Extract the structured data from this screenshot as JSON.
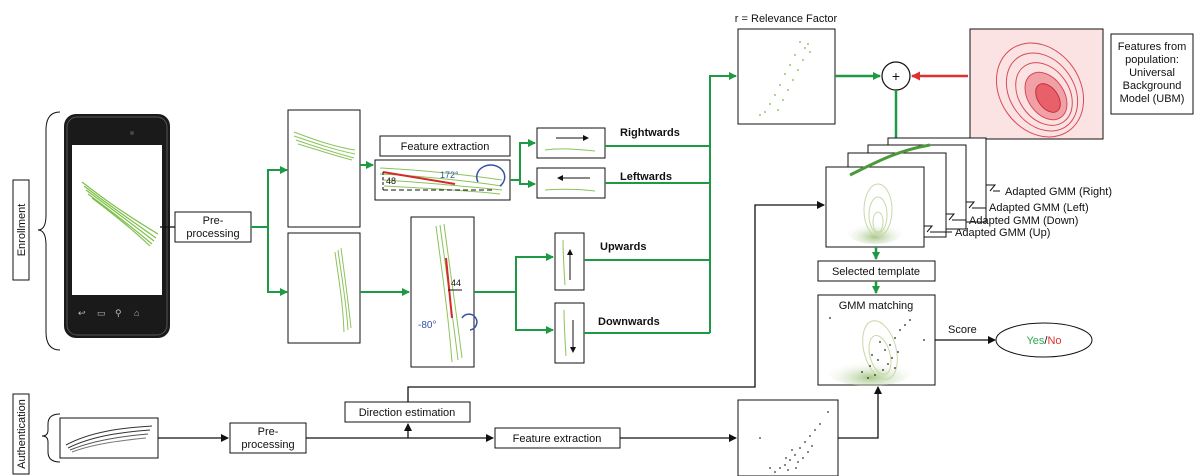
{
  "side_labels": {
    "enrollment": "Enrollment",
    "authentication": "Authentication"
  },
  "boxes": {
    "preprocessing_enroll": [
      "Pre-",
      "processing"
    ],
    "preprocessing_auth": [
      "Pre-",
      "processing"
    ],
    "feature_extraction_top": "Feature extraction",
    "feature_extraction_auth": "Feature extraction",
    "direction_estimation": "Direction estimation",
    "selected_template": "Selected template",
    "gmm_matching": "GMM matching",
    "ubm": [
      "Features from",
      "population:",
      "Universal",
      "Background",
      "Model (UBM)"
    ]
  },
  "direction_labels": {
    "right": "Rightwards",
    "left": "Leftwards",
    "up": "Upwards",
    "down": "Downwards"
  },
  "relevance_label": "r = Relevance Factor",
  "plus_symbol": "+",
  "adapted_labels": [
    "Adapted GMM (Right)",
    "Adapted GMM (Left)",
    "Adapted GMM (Down)",
    "Adapted GMM (Up)"
  ],
  "score_label": "Score",
  "decision": {
    "yes": "Yes",
    "slash": "/",
    "no": "No",
    "yes_color": "#2fa84f",
    "no_color": "#e03030"
  },
  "feature_annotations": {
    "angle_right": "172°",
    "len_right": "48",
    "len_up": "44",
    "angle_up": "-80°"
  },
  "colors": {
    "arrow_green": "#1f9a44",
    "arrow_red": "#e03030",
    "stroke_green": "#7fbf4a",
    "ubm_red": "#e8606a"
  },
  "icons": [
    "smartphone-icon",
    "arrow-right-icon",
    "arrow-left-icon",
    "arrow-up-icon",
    "arrow-down-icon"
  ]
}
